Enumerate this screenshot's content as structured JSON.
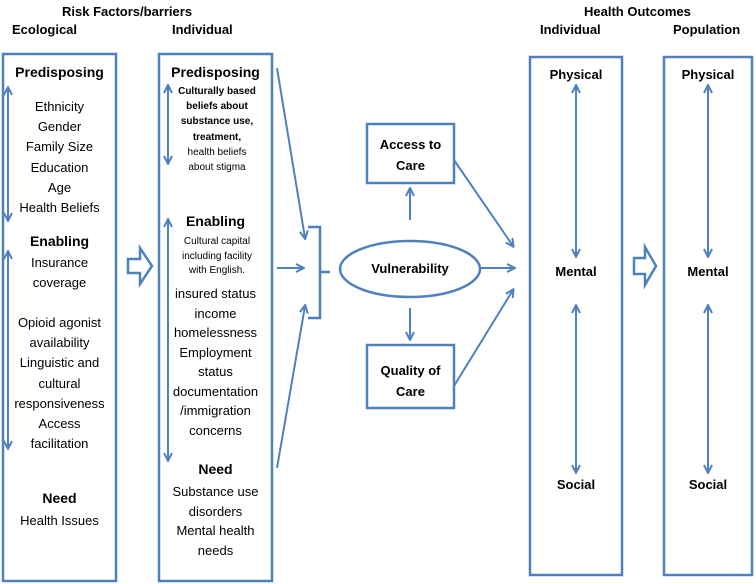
{
  "headers": {
    "risk_factors": "Risk Factors/barriers",
    "ecological": "Ecological",
    "individual_left": "Individual",
    "health_outcomes": "Health Outcomes",
    "individual_right": "Individual",
    "population": "Population"
  },
  "ecological": {
    "predisposing_title": "Predisposing",
    "predisposing_items": [
      "Ethnicity",
      "Gender",
      "Family Size",
      "Education",
      "Age",
      "Health Beliefs"
    ],
    "enabling_title": "Enabling",
    "enabling_items_a": [
      "Insurance",
      "coverage"
    ],
    "enabling_items_b": [
      "Opioid agonist",
      "availability",
      "Linguistic and",
      "cultural",
      "responsiveness",
      "Access",
      "facilitation"
    ],
    "need_title": "Need",
    "need_items": [
      "Health Issues"
    ]
  },
  "individual": {
    "predisposing_title": "Predisposing",
    "predisposing_items": [
      "Culturally based",
      "beliefs about",
      "substance use,",
      "treatment,",
      "health beliefs",
      "about stigma"
    ],
    "enabling_title": "Enabling",
    "enabling_items_small": [
      "Cultural capital",
      "including facility",
      "with English."
    ],
    "enabling_items": [
      "insured status",
      "income",
      "homelessness",
      "Employment",
      "status",
      "documentation",
      "/immigration",
      "concerns"
    ],
    "need_title": "Need",
    "need_items": [
      "Substance use",
      "disorders",
      "Mental health",
      "needs"
    ]
  },
  "center": {
    "access_lines": [
      "Access to",
      "Care"
    ],
    "vulnerability": "Vulnerability",
    "quality_lines": [
      "Quality of",
      "Care"
    ]
  },
  "outcomes_individual": {
    "physical": "Physical",
    "mental": "Mental",
    "social": "Social"
  },
  "outcomes_population": {
    "physical": "Physical",
    "mental": "Mental",
    "social": "Social"
  },
  "colors": {
    "line": "#4f81bd"
  }
}
